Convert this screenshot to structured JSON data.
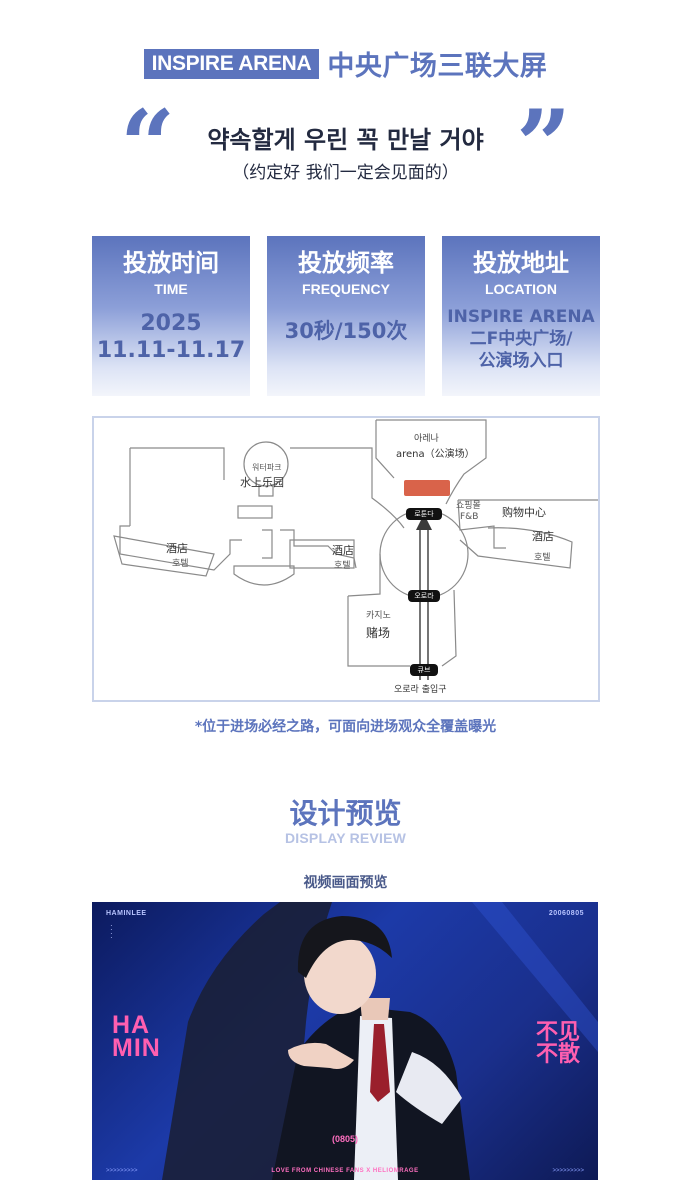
{
  "header": {
    "badge": "INSPIRE ARENA",
    "title": "中央广场三联大屏"
  },
  "quote": {
    "korean": "약속할게 우린 꼭 만날 거야",
    "chinese": "（约定好 我们一定会见面的）",
    "open_mark": "“",
    "close_mark": "”"
  },
  "cards": [
    {
      "heading": "投放时间",
      "sub": "TIME",
      "lines": [
        "2025",
        "11.11-11.17"
      ]
    },
    {
      "heading": "投放频率",
      "sub": "FREQUENCY",
      "lines": [
        "30秒/150次"
      ]
    },
    {
      "heading": "投放地址",
      "sub": "LOCATION",
      "lines": [
        "INSPIRE ARENA",
        "二F中央广场/",
        "公演场入口"
      ]
    }
  ],
  "map": {
    "arena_ko": "아레나",
    "arena_label": "arena（公演场）",
    "waterpark_ko": "워터파크",
    "waterpark_zh": "水上乐园",
    "hotel_zh": "酒店",
    "hotel_ko": "호텔",
    "shopping_ko": "쇼핑몰",
    "fnb": "F&B",
    "shopping_zh": "购物中心",
    "casino_ko": "카지노",
    "casino_zh": "赌场",
    "station_rotunda": "로툰다",
    "station_aurora": "오로라",
    "station_cube": "큐브",
    "entrance": "오로라 출입구"
  },
  "note": "*位于进场必经之路，可面向进场观众全覆盖曝光",
  "design": {
    "title": "设计预览",
    "subtitle": "DISPLAY REVIEW",
    "preview_label": "视频画面预览"
  },
  "preview": {
    "tag_left": "HAMINLEE",
    "tag_right": "20060805",
    "name_line1": "HA",
    "name_line2": "MIN",
    "right_line1": "不见",
    "right_line2": "不散",
    "center_code": "(0805)",
    "footer": "LOVE FROM CHINESE FANS X HELIOMRAGE",
    "arrows": ">>>>>>>>>"
  },
  "colors": {
    "accent": "#5c74bd",
    "highlight": "#d9634a",
    "preview_pink": "#ff5fb0"
  }
}
